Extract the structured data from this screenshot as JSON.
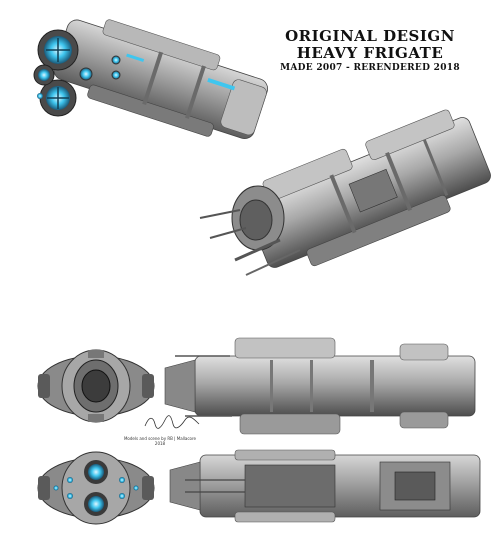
{
  "title": {
    "line1": "ORIGINAL DESIGN",
    "line2": "HEAVY FRIGATE",
    "line3": "MADE 2007 - RERENDERED 2018"
  },
  "credit": {
    "line1": "Models and scene by RB | Mallacore",
    "line2": "2018"
  },
  "colors": {
    "hull": "#9a9a9a",
    "hull_light": "#c8c8c8",
    "hull_dark": "#555555",
    "engine_glow": "#3fc6ef",
    "background": "#ffffff"
  }
}
